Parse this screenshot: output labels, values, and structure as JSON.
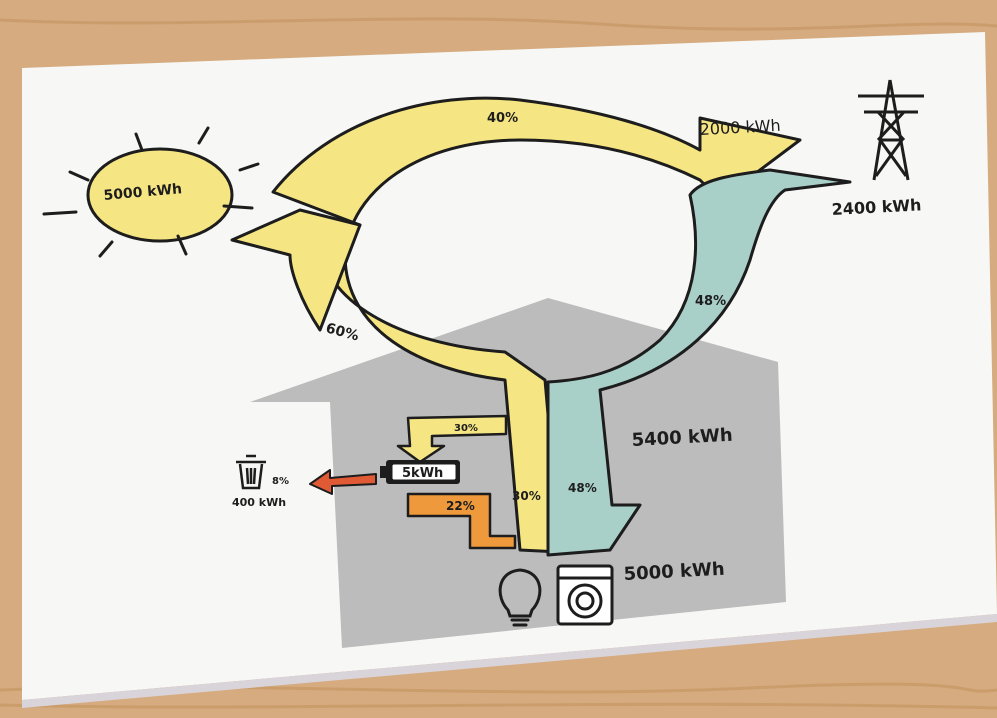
{
  "diagram": {
    "sun_label": "5000 kWh",
    "top_arc_percent": "40%",
    "export_label": "2000 kWh",
    "grid_label": "2400 kWh",
    "left_arc_percent": "60%",
    "right_arc_percent": "48%",
    "house_label": "5400 kWh",
    "battery_in_percent": "30%",
    "battery_label": "5kWh",
    "battery_to_load_percent": "22%",
    "solar_to_load_percent": "30%",
    "grid_to_load_percent": "48%",
    "loss_percent": "8%",
    "loss_label": "400 kWh",
    "consumption_label": "5000 kWh"
  },
  "colors": {
    "solar": "#f6e683",
    "grid": "#a9cfc9",
    "battery_flow": "#ee9a3c",
    "loss_arrow": "#e15a36",
    "house": "#b9b9b9"
  },
  "icons": [
    "sun-icon",
    "power-pylon-icon",
    "house-icon",
    "battery-icon",
    "trash-icon",
    "light-bulb-icon",
    "washing-machine-icon"
  ]
}
